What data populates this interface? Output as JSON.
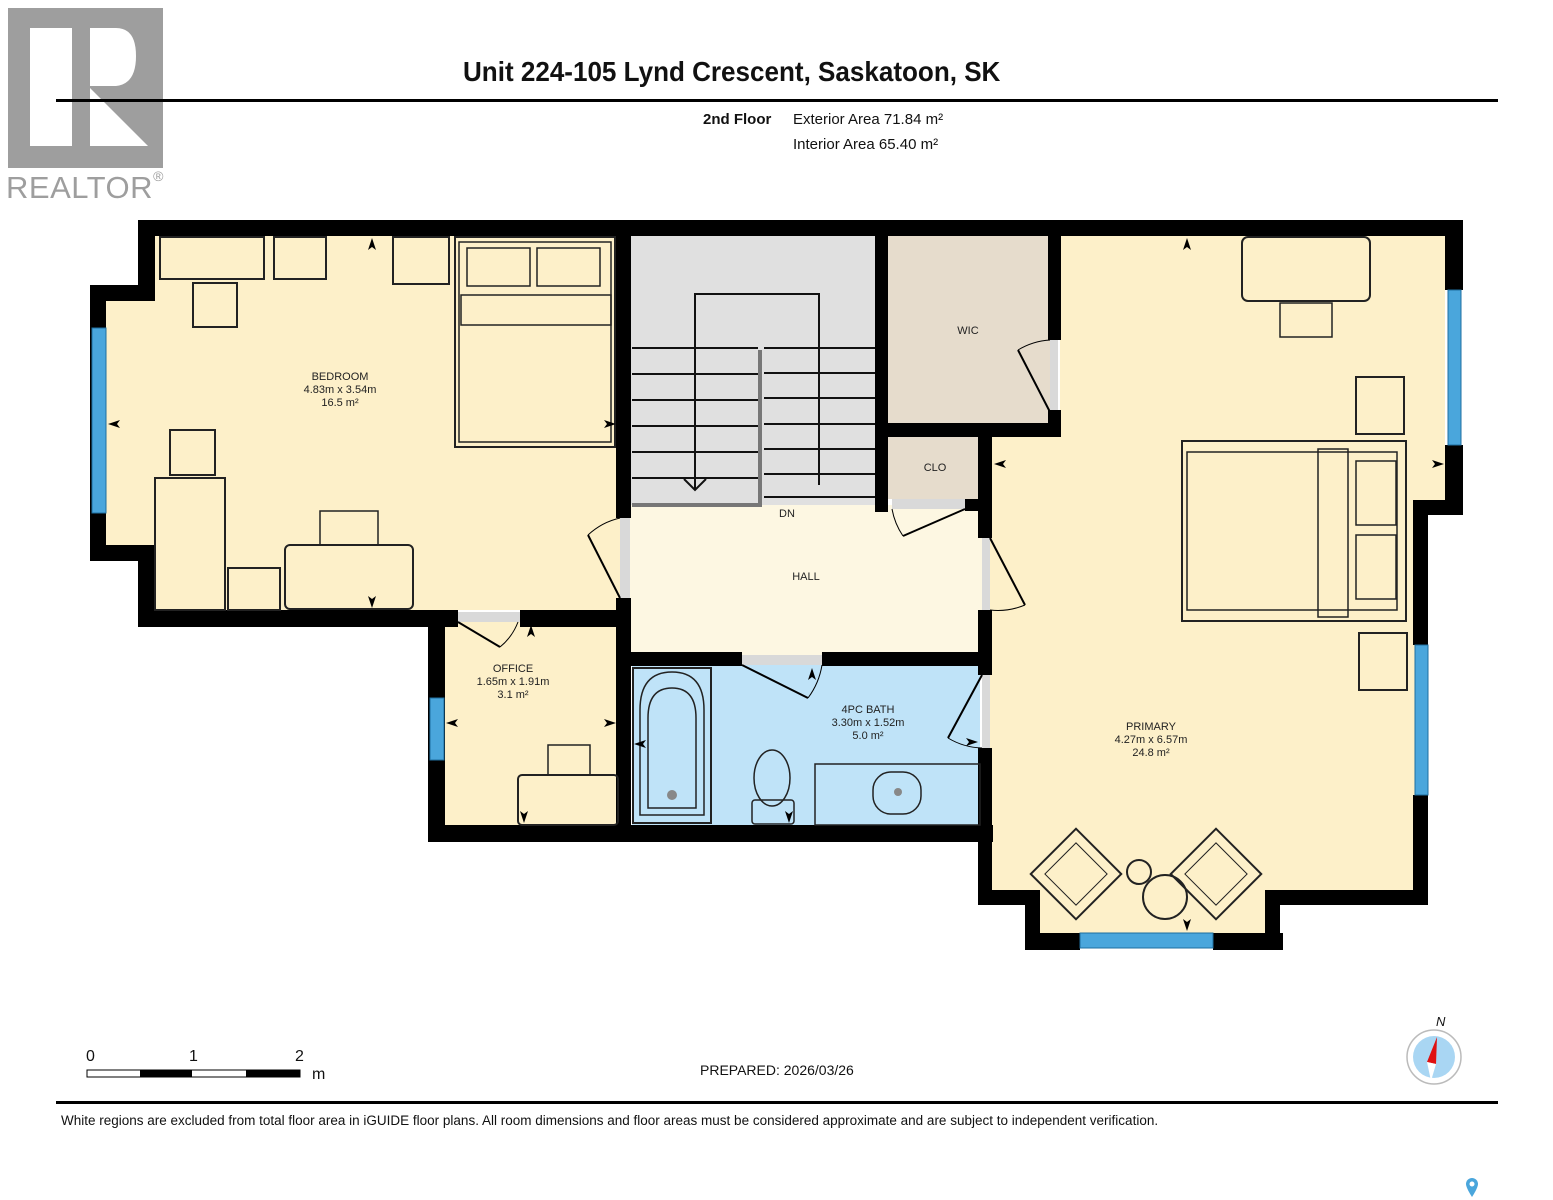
{
  "logo": {
    "brand": "REALTOR",
    "registered_mark": "®",
    "icon": "realtor-r-logo"
  },
  "header": {
    "title": "Unit 224-105 Lynd Crescent, Saskatoon, SK",
    "floor": "2nd Floor",
    "exterior_area": "Exterior Area 71.84 m²",
    "interior_area": "Interior Area 65.40 m²"
  },
  "rooms": [
    {
      "id": "bedroom",
      "name": "BEDROOM",
      "dims": "4.83m x 3.54m",
      "area": "16.5 m²",
      "color": "#fdf0c9"
    },
    {
      "id": "office",
      "name": "OFFICE",
      "dims": "1.65m x 1.91m",
      "area": "3.1 m²",
      "color": "#fdf0c9"
    },
    {
      "id": "bath",
      "name": "4PC BATH",
      "dims": "3.30m x 1.52m",
      "area": "5.0 m²",
      "color": "#bfe3f8"
    },
    {
      "id": "primary",
      "name": "PRIMARY",
      "dims": "4.27m x 6.57m",
      "area": "24.8 m²",
      "color": "#fdf0c9"
    },
    {
      "id": "hall",
      "name": "HALL",
      "color": "#fdf7e2"
    },
    {
      "id": "wic",
      "name": "WIC",
      "color": "#e6dccc"
    },
    {
      "id": "clo",
      "name": "CLO",
      "color": "#e6dccc"
    },
    {
      "id": "stairs",
      "name": "DN",
      "color": "#e0e0e0"
    }
  ],
  "colors": {
    "wall": "#000000",
    "window": "#4aa6dc",
    "door_gap": "#d9d9d9"
  },
  "scale_bar": {
    "ticks": [
      "0",
      "1",
      "2"
    ],
    "unit": "m"
  },
  "footer": {
    "prepared": "PREPARED: 2026/03/26",
    "disclaimer": "White regions are excluded from total floor area in iGUIDE floor plans. All room dimensions and floor areas must be considered approximate and are subject to independent verification."
  },
  "compass": {
    "label": "N",
    "icon": "compass-north-icon"
  },
  "map_pin": {
    "icon": "map-pin-icon"
  }
}
